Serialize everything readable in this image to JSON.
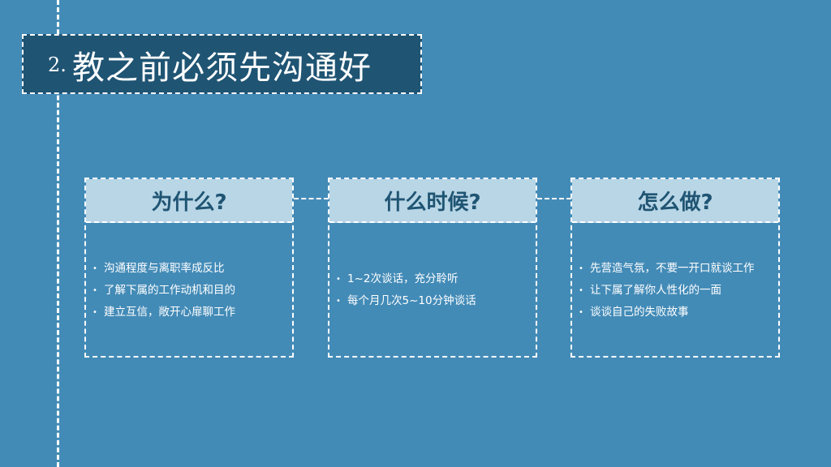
{
  "slide": {
    "title_number": "2.",
    "title_text": "教之前必须先沟通好"
  },
  "cards": [
    {
      "heading": "为什么?",
      "bullets": [
        "沟通程度与离职率成反比",
        "了解下属的工作动机和目的",
        "建立互信，敞开心扉聊工作"
      ]
    },
    {
      "heading": "什么时候?",
      "bullets": [
        "1~2次谈话，充分聆听",
        "每个月几次5~10分钟谈话"
      ]
    },
    {
      "heading": "怎么做?",
      "bullets": [
        "先营造气氛，不要一开口就谈工作",
        "让下属了解你人性化的一面",
        "谈谈自己的失败故事"
      ]
    }
  ],
  "colors": {
    "background": "#438bb7",
    "title_box": "#1f5473",
    "card_header": "#b8d6e6",
    "heading_text": "#1f5473"
  }
}
